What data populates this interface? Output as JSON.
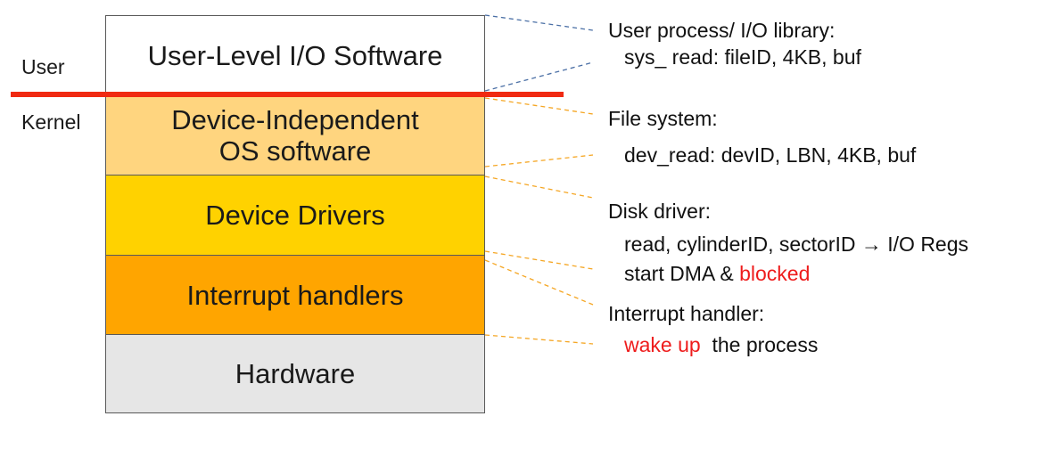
{
  "labels": {
    "user": "User",
    "kernel": "Kernel"
  },
  "layers": [
    {
      "id": "user-level-io-software",
      "line1": "User-Level I/O Software",
      "line2": "",
      "color": "#ffffff"
    },
    {
      "id": "device-independent-os-software",
      "line1": "Device-Independent",
      "line2": "OS software",
      "color": "#ffd57f"
    },
    {
      "id": "device-drivers",
      "line1": "Device Drivers",
      "line2": "",
      "color": "#ffd200"
    },
    {
      "id": "interrupt-handlers",
      "line1": "Interrupt handlers",
      "line2": "",
      "color": "#ffa500"
    },
    {
      "id": "hardware",
      "line1": "Hardware",
      "line2": "",
      "color": "#e6e6e6"
    }
  ],
  "annotations": {
    "user_process": {
      "heading": "User process/ I/O library:",
      "detail": "sys_ read: fileID, 4KB, buf"
    },
    "file_system": {
      "heading": "File system:",
      "detail": "dev_read: devID, LBN, 4KB, buf"
    },
    "disk_driver": {
      "heading": "Disk driver:",
      "detail": "read, cylinderID, sectorID → I/O Regs",
      "detail2_plain": "start DMA & ",
      "detail2_highlight": "blocked"
    },
    "interrupt_handler": {
      "heading": "Interrupt handler:",
      "detail_highlight": "wake up",
      "detail_plain": "  the process"
    }
  },
  "colors": {
    "divider": "#f02a12",
    "highlight_text": "#ee1c1c",
    "connector_user": "#4a6fa5",
    "connector_kernel": "#f5a623"
  }
}
